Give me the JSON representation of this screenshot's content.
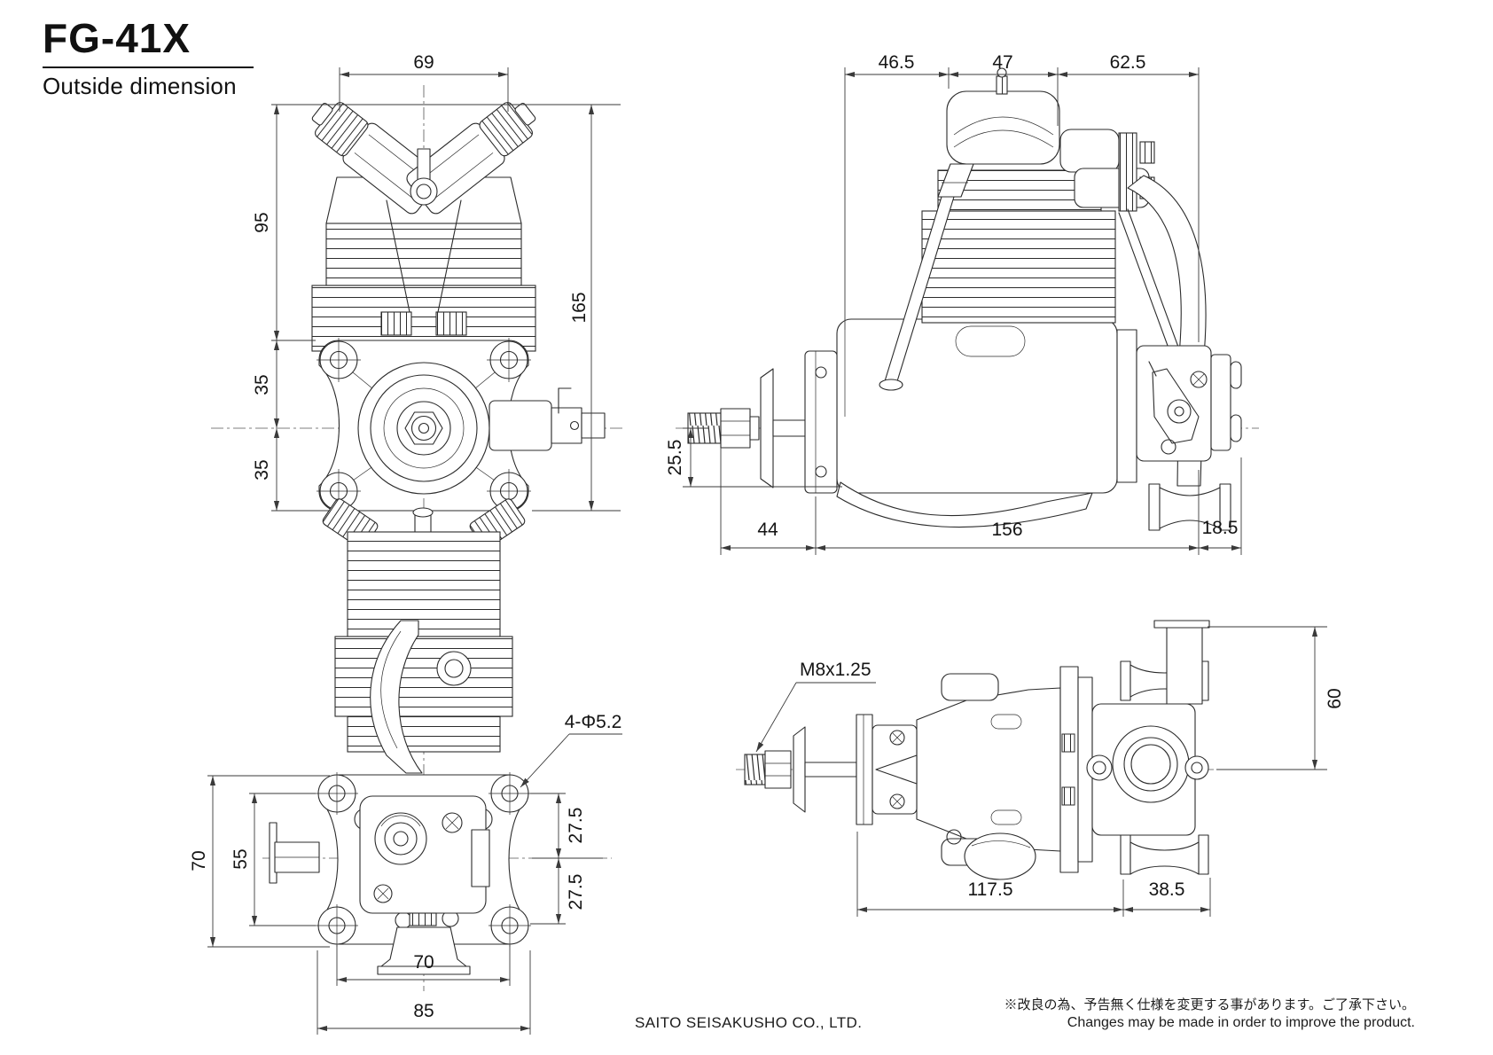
{
  "header": {
    "title": "FG-41X",
    "subtitle": "Outside dimension"
  },
  "views": {
    "front": {
      "dims": {
        "width_top": "69",
        "height_upper": "95",
        "height_mid": "35",
        "height_lower": "35",
        "height_total": "165"
      }
    },
    "side": {
      "dims": {
        "top_left": "46.5",
        "top_center": "47",
        "top_right": "62.5",
        "shaft_drop": "25.5",
        "bottom_left": "44",
        "bottom_center": "156",
        "bottom_right": "18.5"
      }
    },
    "rear": {
      "dims": {
        "left_outer": "70",
        "left_inner": "55",
        "right_upper": "27.5",
        "right_lower": "27.5",
        "bottom_inner": "70",
        "bottom_outer": "85"
      },
      "labels": {
        "mount_holes": "4-Φ5.2"
      }
    },
    "top": {
      "dims": {
        "height_right": "60",
        "bottom_left": "117.5",
        "bottom_right": "38.5"
      },
      "labels": {
        "shaft_thread": "M8x1.25"
      }
    }
  },
  "footer": {
    "company": "SAITO SEISAKUSHO CO., LTD.",
    "notice_jp": "※改良の為、予告無く仕様を変更する事があります。ご了承下さい。",
    "notice_en": "Changes may be made in order to improve the product."
  }
}
